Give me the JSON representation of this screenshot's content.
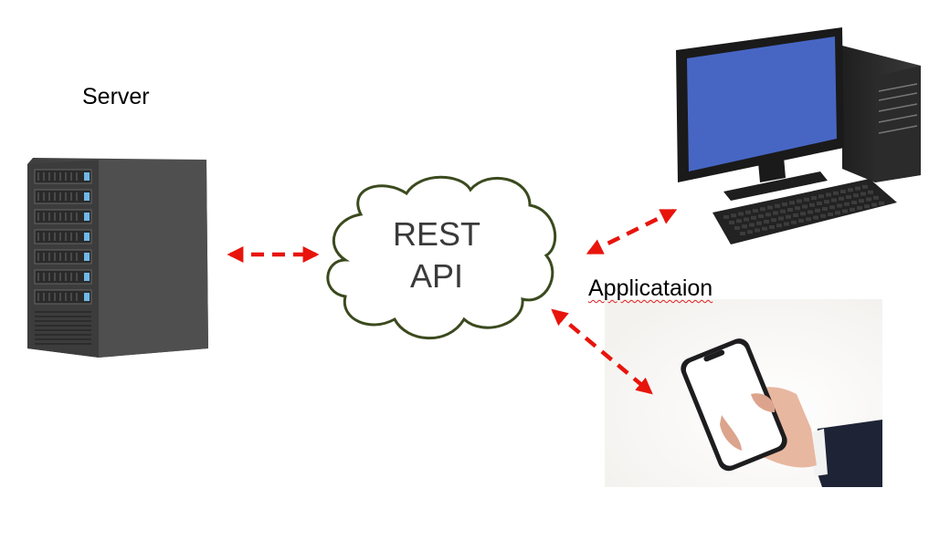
{
  "labels": {
    "server": "Server",
    "api_line1": "REST",
    "api_line2": "API",
    "application": "Applicataion"
  },
  "icons": [
    "server-tower-icon",
    "cloud-icon",
    "desktop-computer-icon",
    "smartphone-in-hand-icon"
  ],
  "colors": {
    "arrow": "#e8140c",
    "cloud_stroke": "#3b4a1e",
    "monitor_screen": "#4766c4",
    "server_body": "#4a4a4a",
    "server_led": "#6fb8e8"
  }
}
